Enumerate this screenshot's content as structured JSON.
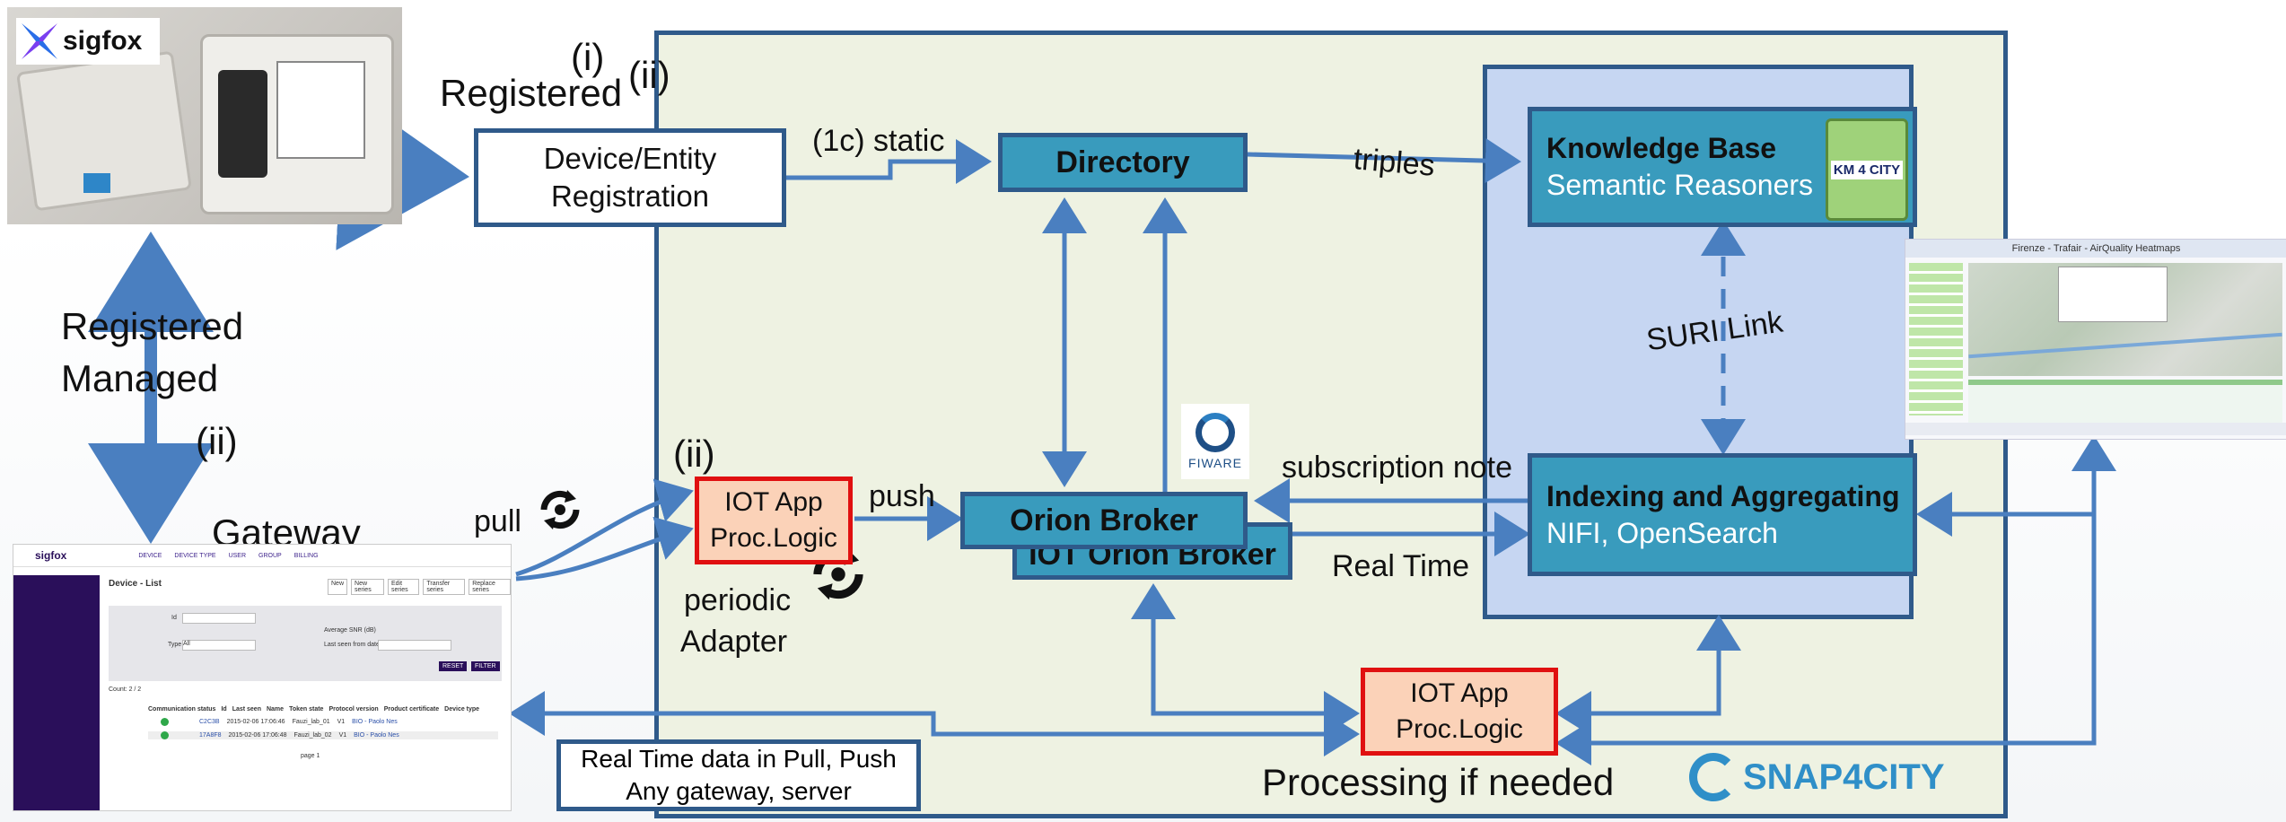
{
  "labels": {
    "step_i": "(i)",
    "step_ii_top": "(ii)",
    "registered": "Registered",
    "registered_managed_1": "Registered",
    "registered_managed_2": "Managed",
    "step_ii_left": "(ii)",
    "gateway": "Gateway",
    "pull": "pull",
    "step_ii_iot": "(ii)",
    "push": "push",
    "periodic": "periodic",
    "adapter": "Adapter",
    "static_1c": "(1c) static",
    "triples": "triples",
    "suri_link": "SURI Link",
    "subscription_note": "subscription note",
    "real_time": "Real Time",
    "processing": "Processing if needed"
  },
  "boxes": {
    "registration_line1": "Device/Entity",
    "registration_line2": "Registration",
    "directory": "Directory",
    "kb_title": "Knowledge Base",
    "kb_sub": "Semantic Reasoners",
    "indexing_title": "Indexing and Aggregating",
    "indexing_sub": "NIFI, OpenSearch",
    "orion_broker": "Orion Broker",
    "iot_orion_broker": "IOT Orion Broker",
    "iot_app_left_1": "IOT App",
    "iot_app_left_2": "Proc.Logic",
    "iot_app_bottom_1": "IOT App",
    "iot_app_bottom_2": "Proc.Logic",
    "realtime_note_1": "Real Time data in Pull, Push",
    "realtime_note_2": "Any gateway, server"
  },
  "logos": {
    "sigfox": "sigfox",
    "fiware": "FIWARE",
    "km4city": "KM 4 CITY",
    "snap4city": "SNAP4CITY"
  },
  "heatmap": {
    "title": "Firenze - Trafair - AirQuality Heatmaps"
  },
  "device_list": {
    "brand": "sigfox",
    "nav": [
      "DEVICE",
      "DEVICE TYPE",
      "USER",
      "GROUP",
      "BILLING"
    ],
    "title": "Device - List",
    "buttons": [
      "New",
      "New series",
      "Edit series",
      "Transfer series",
      "Replace series"
    ],
    "filter_labels": [
      "Id",
      "Type",
      "Average SNR (dB)",
      "Last seen from date"
    ],
    "type_select": "All",
    "reset": "RESET",
    "filter": "FILTER",
    "count": "Count: 2 / 2",
    "columns": [
      "Communication status",
      "Id",
      "Last seen",
      "Name",
      "Token state",
      "Protocol version",
      "Product certificate",
      "Device type"
    ],
    "rows": [
      [
        "",
        "C2C3B",
        "2015-02-06 17:06:46",
        "Fauzi_lab_01",
        "",
        "V1",
        "",
        "BIO - Paolo Nes"
      ],
      [
        "",
        "17A8F8",
        "2015-02-06 17:06:48",
        "Fauzi_lab_02",
        "",
        "V1",
        "",
        "BIO - Paolo Nes"
      ]
    ],
    "page": "page 1"
  },
  "colors": {
    "frame": "#2f5a8a",
    "panel_bg": "#eef2e2",
    "inner_panel": "#c6d6f2",
    "box_blue": "#399bbd",
    "iot_fill": "#fbd2b8",
    "iot_border": "#e01010",
    "arrow": "#4a7fc0",
    "sidebar": "#2a0f5a"
  }
}
